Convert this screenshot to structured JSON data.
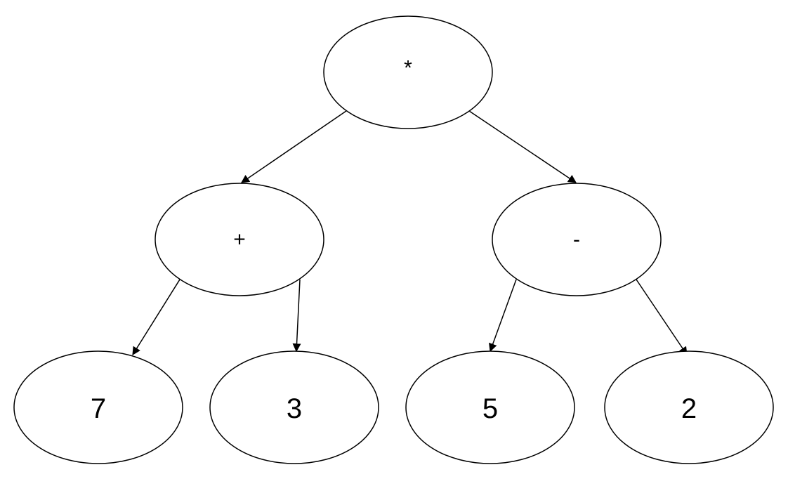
{
  "nodes": {
    "root": {
      "label": "*"
    },
    "add": {
      "label": "+"
    },
    "subtract": {
      "label": "-"
    },
    "seven": {
      "label": "7"
    },
    "three": {
      "label": "3"
    },
    "five": {
      "label": "5"
    },
    "two": {
      "label": "2"
    }
  },
  "edges": [
    {
      "from": "root",
      "to": "add"
    },
    {
      "from": "root",
      "to": "subtract"
    },
    {
      "from": "add",
      "to": "seven"
    },
    {
      "from": "add",
      "to": "three"
    },
    {
      "from": "subtract",
      "to": "five"
    },
    {
      "from": "subtract",
      "to": "two"
    }
  ]
}
